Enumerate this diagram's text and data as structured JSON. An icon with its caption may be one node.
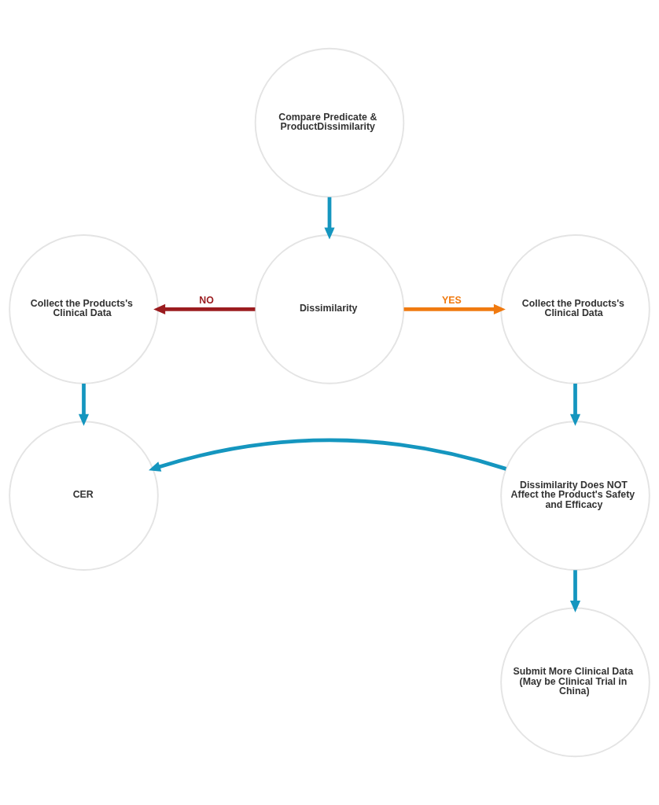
{
  "diagram": {
    "nodes": [
      {
        "text": [
          "Compare Predicate & ProductDissimilarity"
        ]
      },
      {
        "text": [
          "Collect the Products's Clinical Data"
        ]
      },
      {
        "text": [
          "Dissimilarity"
        ]
      },
      {
        "text": [
          "Collect the Products's Clinical Data"
        ]
      },
      {
        "text": [
          "CER"
        ]
      },
      {
        "text": [
          "Dissimilarity Does NOT Affect the Product's Safety and Efficacy"
        ]
      },
      {
        "text": [
          "Submit More Clinical Data (May be Clinical Trial in China)"
        ]
      }
    ],
    "edges": [
      {
        "from": 0,
        "to": 2,
        "arrow": "to"
      },
      {
        "from": 2,
        "to": 1,
        "arrow": "to",
        "label": "NO",
        "color": "#9b1c1f"
      },
      {
        "from": 2,
        "to": 3,
        "arrow": "to",
        "label": "YES",
        "color": "#f07a10"
      },
      {
        "from": 1,
        "to": 4,
        "arrow": "to"
      },
      {
        "from": 3,
        "to": 5,
        "arrow": "to"
      },
      {
        "from": 5,
        "to": 4,
        "arrow": "to"
      },
      {
        "from": 5,
        "to": 6,
        "arrow": "to"
      }
    ]
  }
}
